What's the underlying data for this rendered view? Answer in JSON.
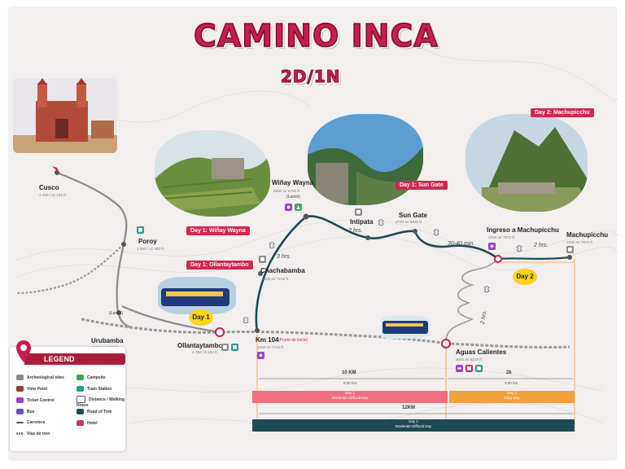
{
  "header": {
    "title": "CAMINO INCA",
    "subtitle": "2D/1N"
  },
  "places": {
    "cusco": {
      "name": "Cusco",
      "alt": "3 399 / 11 152 ft"
    },
    "poroy": {
      "name": "Poroy",
      "alt": "3 500 / 11 482 ft"
    },
    "urubamba": {
      "name": "Urubamba",
      "alt": "2 871 / 9 420 ft",
      "note": "(Lunch)"
    },
    "ollantaytambo": {
      "name": "Ollantaytambo",
      "alt": "2 792 / 9 160 ft"
    },
    "chachabamba": {
      "name": "Chachabamba",
      "alt": "2000 m/ 7218 ft"
    },
    "km104": {
      "name": "Km 104",
      "note": "(Punto de inicio)",
      "alt": "2200 m/ 7218 ft"
    },
    "winaywayna": {
      "name": "Wiñay Wayna",
      "alt": "2650 m/ 8700 ft",
      "note": "(Lunch)"
    },
    "intipata": {
      "name": "Intipata"
    },
    "sungate": {
      "name": "Sun Gate",
      "alt": "2720 m/ 8920 ft"
    },
    "ingreso": {
      "name": "Ingreso a Machupicchu",
      "alt": "2400 m/ 7872 ft"
    },
    "machupicchu": {
      "name": "Machupicchu",
      "alt": "2400 m/ 7873 ft"
    },
    "aguascalientes": {
      "name": "Aguas Calientes",
      "alt": "2000 m/ 6230 ft"
    }
  },
  "tags": {
    "day1_winay": "Day 1: Wiñay Wayna",
    "day1_olla": "Day 1: Ollantaytambo",
    "day1_sun": "Day 1: Sun Gate",
    "day2_machu": "Day 2: Machupicchu"
  },
  "durations": {
    "d3h": "3 hrs.",
    "d2h_a": "2 hrs.",
    "d30": "30-40 min.",
    "d2h_b": "2 hrs.",
    "d2h_c": "2 hrs."
  },
  "day_badges": {
    "day1": "Day 1",
    "day2": "Day 2"
  },
  "distances": {
    "d10km": "10 KM",
    "d10km_hrs": "6:30 hrs.",
    "d2k": "2k",
    "d2k_hrs": "3:00 hrs.",
    "d12km": "12KM",
    "seg1_day": "Day 1",
    "seg1_diff": "Moderate Difficult Day",
    "seg2_day": "Day 2",
    "seg2_diff": "Easy Day",
    "total_day": "Day 1",
    "total_diff": "Moderate Difficult Day"
  },
  "colors": {
    "accent": "#c81d4e",
    "route": "#1e4a56",
    "orange": "#f0a23a",
    "pinkbar": "#f06f7e",
    "dark": "#1e4a56"
  },
  "legend": {
    "title": "LEGEND",
    "items": [
      {
        "label": "Archeological sites",
        "icon": "ruins-icon"
      },
      {
        "label": "View Point",
        "icon": "eye-icon"
      },
      {
        "label": "Ticket Control",
        "icon": "ticket-icon"
      },
      {
        "label": "Bus",
        "icon": "bus-icon"
      },
      {
        "label": "Carretera",
        "icon": "road-icon"
      },
      {
        "label": "Vías de tren",
        "icon": "rail-icon"
      },
      {
        "label": "Campsite",
        "icon": "tent-icon"
      },
      {
        "label": "Train Station",
        "icon": "train-icon"
      },
      {
        "label": "Distance / Walking Hours",
        "icon": "distance-icon"
      },
      {
        "label": "Road of Trek",
        "icon": "hiker-icon"
      },
      {
        "label": "Hotel",
        "icon": "hotel-icon"
      }
    ]
  }
}
